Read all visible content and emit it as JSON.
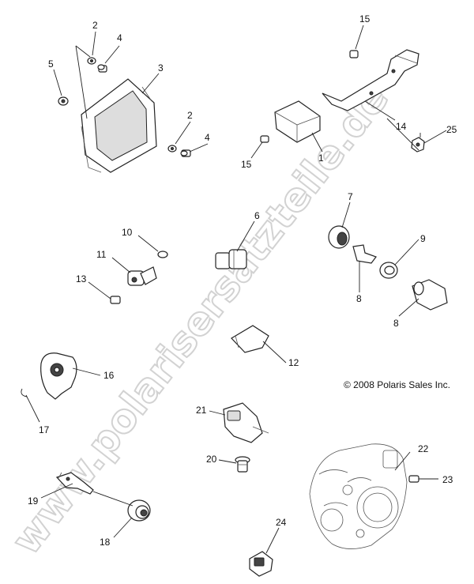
{
  "watermark": "www.polarisersatzteile.de",
  "copyright": "© 2008 Polaris Sales Inc.",
  "callouts": {
    "c1": "1",
    "c2a": "2",
    "c2b": "2",
    "c3": "3",
    "c4a": "4",
    "c4b": "4",
    "c5": "5",
    "c6": "6",
    "c7": "7",
    "c8a": "8",
    "c8b": "8",
    "c9": "9",
    "c10": "10",
    "c11": "11",
    "c12": "12",
    "c13": "13",
    "c14": "14",
    "c15a": "15",
    "c15b": "15",
    "c16": "16",
    "c17": "17",
    "c18": "18",
    "c19": "19",
    "c20": "20",
    "c21": "21",
    "c22": "22",
    "c23": "23",
    "c24": "24",
    "c25": "25"
  }
}
